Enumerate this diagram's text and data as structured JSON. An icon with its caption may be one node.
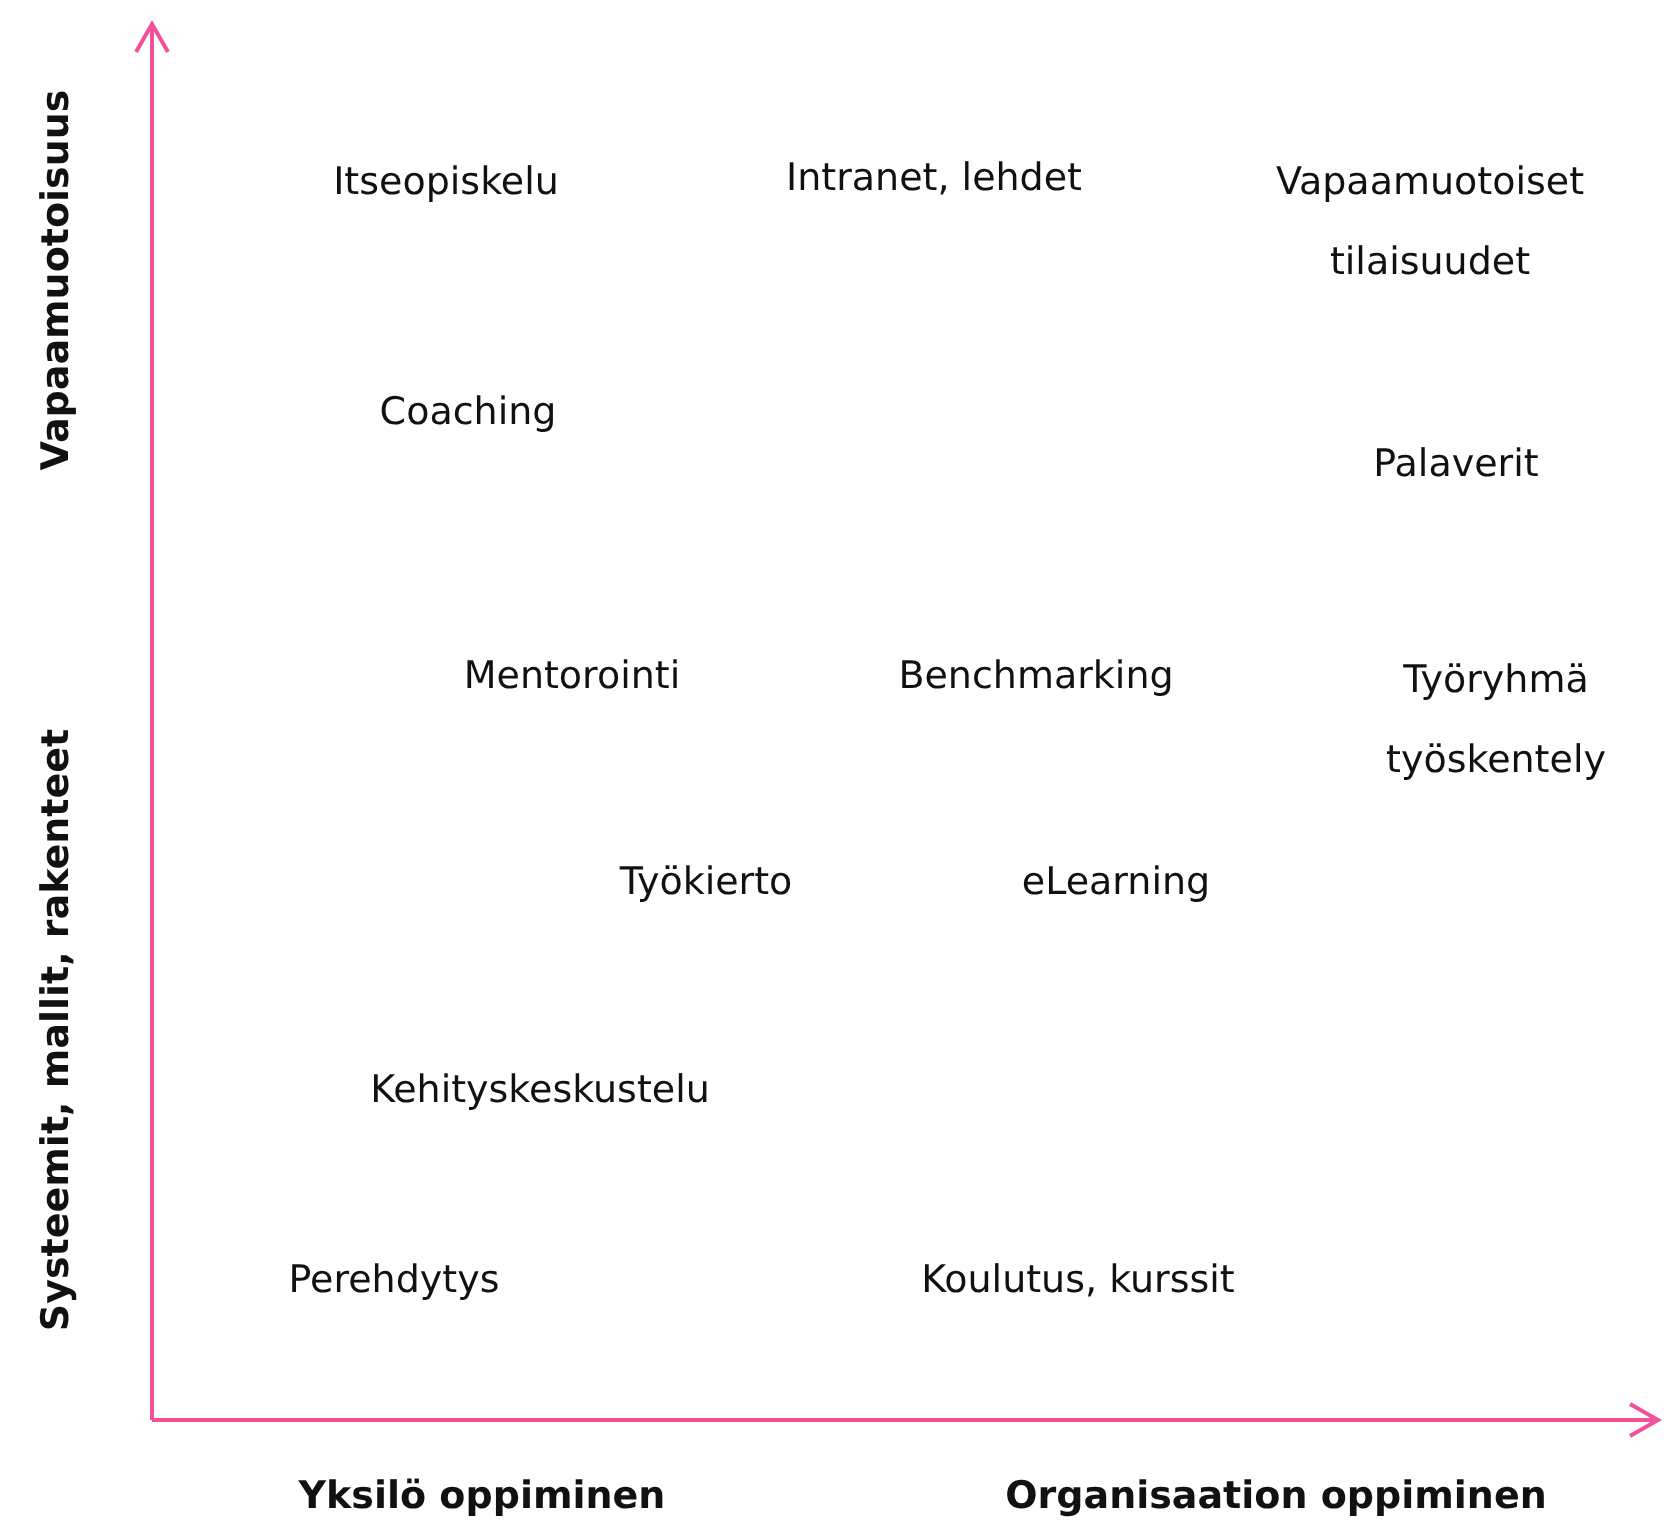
{
  "diagram": {
    "labels": [
      "Vapaamuotoisuus",
      "Itseopiskelu",
      "Intranet, lehdet",
      "Vapaamuotoiset tilaisuudet",
      "Coaching",
      "Palaverit",
      "Systeemit, mallit, rakenteet",
      "Mentorointi",
      "Benchmarking",
      "Työryhmä työskentely",
      "Työkierto",
      "eLearning",
      "Kehityskeskustelu",
      "Perehdytys",
      "Koulutus, kurssit",
      "Yksilö oppiminen",
      "Organisaation oppiminen"
    ]
  }
}
